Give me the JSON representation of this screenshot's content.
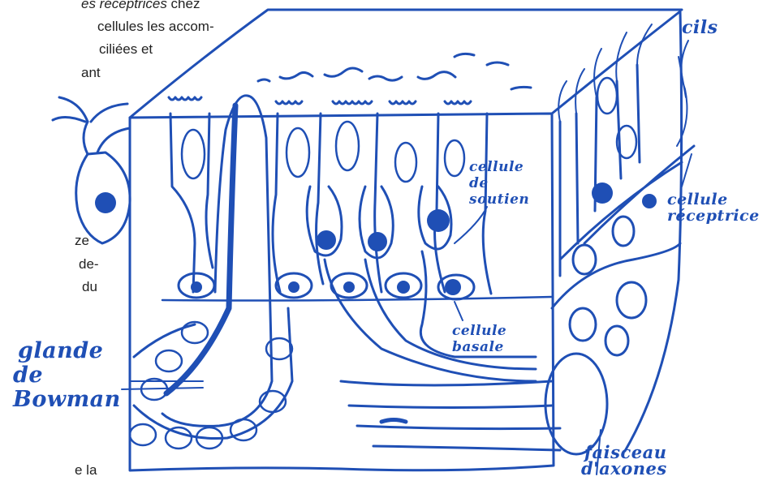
{
  "left_text": {
    "line1_em": "es réceptrices",
    "line1_rest": " chez",
    "line2": "cellules les accom-",
    "line3": "ciliées et",
    "line4": "ant",
    "line5": "ze",
    "line6": "de-",
    "line7": "du",
    "line8": "e la"
  },
  "labels": {
    "cils": "cils",
    "cellule_de_soutien": [
      "cellule",
      "de",
      "soutien"
    ],
    "cellule_receptrice": [
      "cellule",
      "réceptrice"
    ],
    "cellule_basale": [
      "cellule",
      "basale"
    ],
    "glande_de_bowman": [
      "glande",
      "de",
      "Bowman"
    ],
    "faisceau_d_axones": [
      "faisceau",
      "d'axones"
    ]
  },
  "colors": {
    "ink": "#1f4fb5",
    "text": "#222222",
    "background": "#ffffff"
  }
}
